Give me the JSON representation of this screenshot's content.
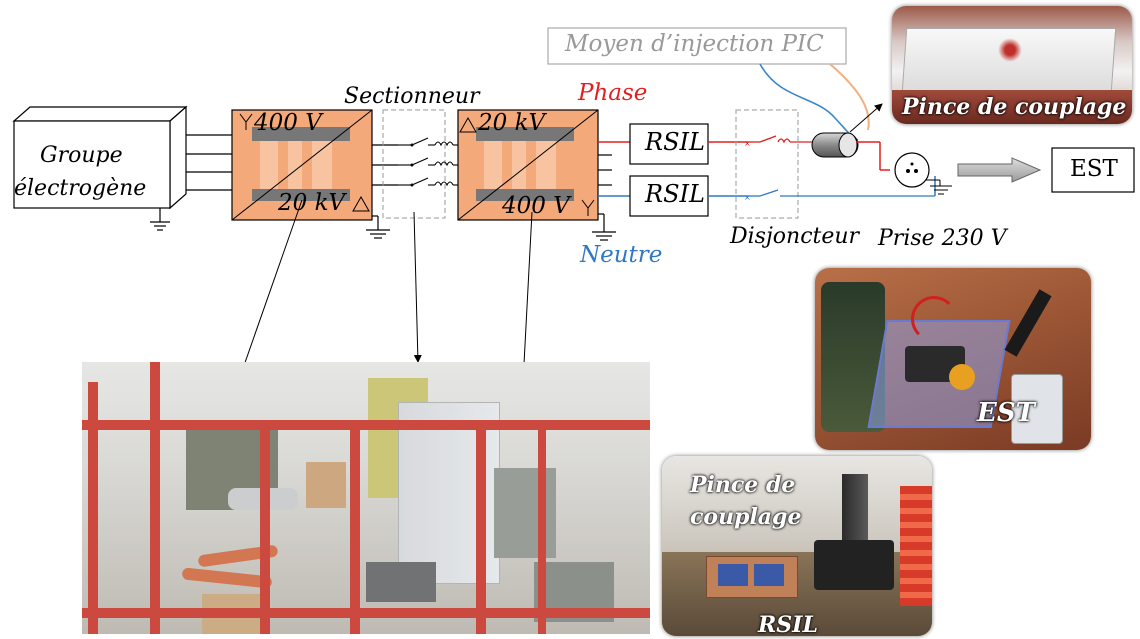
{
  "diagram": {
    "generator_label_line1": "Groupe",
    "generator_label_line2": "électrogène",
    "tr1_primary": "400 V",
    "tr1_secondary": "20 kV",
    "sectionneur_label": "Sectionneur",
    "tr2_primary": "20 kV",
    "tr2_secondary": "400 V",
    "phase_label": "Phase",
    "neutre_label": "Neutre",
    "rsil_top": "RSIL",
    "rsil_bottom": "RSIL",
    "disjoncteur_label": "Disjoncteur",
    "injection_label": "Moyen d’injection PIC",
    "prise_label": "Prise 230 V",
    "est_label": "EST"
  },
  "photos": {
    "coupling_clamp_caption": "Pince de couplage",
    "est_caption": "EST",
    "bench_caption_line1": "Pince de",
    "bench_caption_line2": "couplage",
    "bench_caption_rsil": "RSIL"
  },
  "colors": {
    "phase": "#e02020",
    "neutre": "#2f78c4",
    "transformer_fill": "#f4a97a",
    "injection_cable_orange": "#f2b080",
    "injection_cable_blue": "#3a86c8",
    "frame_red": "#c8281c"
  }
}
